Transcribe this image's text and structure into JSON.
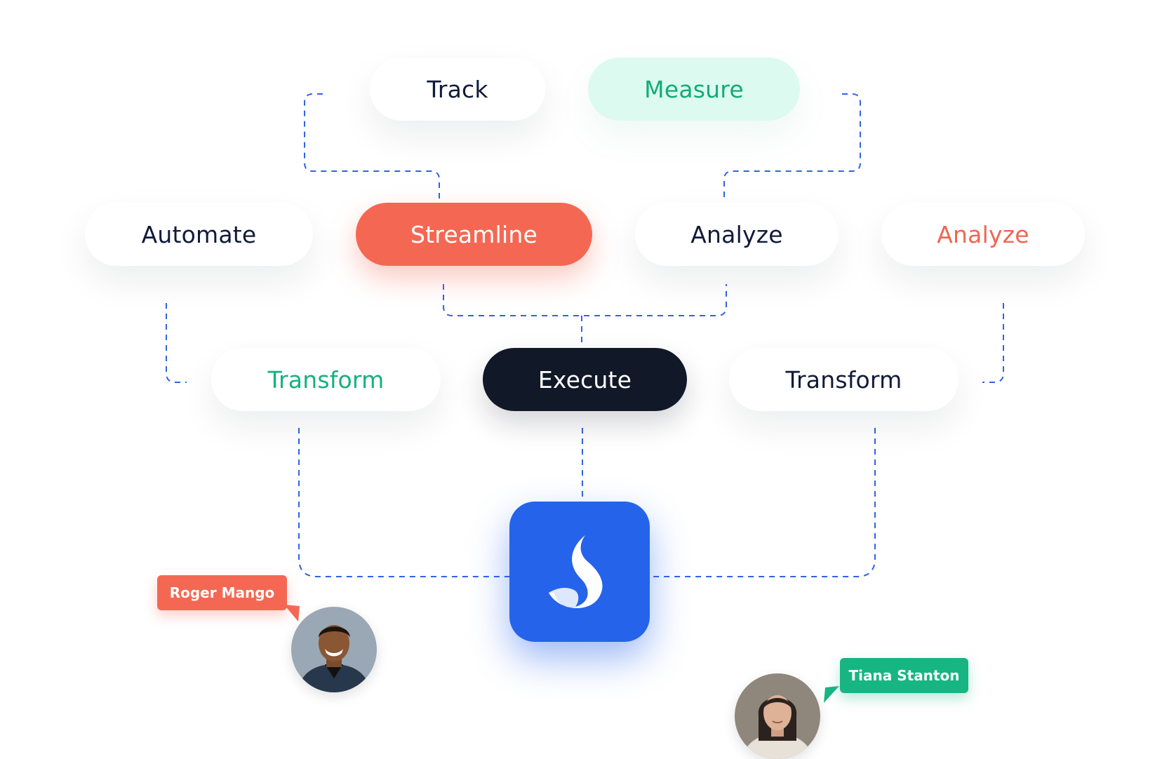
{
  "nodes": {
    "track": "Track",
    "measure": "Measure",
    "automate": "Automate",
    "streamline": "Streamline",
    "analyze_1": "Analyze",
    "analyze_2": "Analyze",
    "transform_1": "Transform",
    "execute": "Execute",
    "transform_2": "Transform"
  },
  "people": {
    "left": {
      "name": "Roger Mango"
    },
    "right": {
      "name": "Tiana Stanton"
    }
  },
  "colors": {
    "navy": "#111a3a",
    "green": "#17b07c",
    "coral": "#f46853",
    "mint": "#dcfaf0",
    "dark": "#111827",
    "brand_blue": "#2563eb",
    "connector_blue": "#2f63e6"
  },
  "icons": {
    "logo": "brand-s-logo-icon"
  }
}
